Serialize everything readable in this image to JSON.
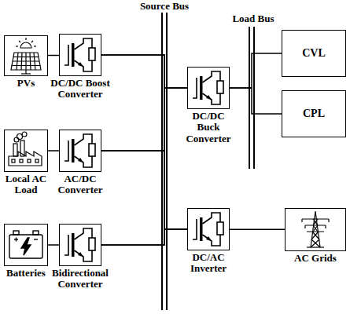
{
  "diagram": {
    "nodes": [
      {
        "text": [
          "PVs"
        ]
      },
      {
        "text": [
          "DC/DC Boost Converter"
        ]
      },
      {
        "text": [
          "Local AC Load"
        ]
      },
      {
        "text": [
          "AC/DC Converter"
        ]
      },
      {
        "text": [
          "Batteries"
        ]
      },
      {
        "text": [
          "Bidirectional Converter"
        ]
      },
      {
        "text": [
          "DC/DC Buck Converter"
        ]
      },
      {
        "text": [
          "DC/AC Inverter"
        ]
      },
      {
        "text": [
          "CVL"
        ]
      },
      {
        "text": [
          "CPL"
        ]
      },
      {
        "text": [
          "AC Grids"
        ]
      }
    ],
    "edges": [
      {
        "from": 0,
        "to": 1,
        "arrow": "none"
      },
      {
        "from": 2,
        "to": 3,
        "arrow": "none"
      },
      {
        "from": 4,
        "to": 5,
        "arrow": "none"
      },
      {
        "from": 1,
        "to": 6,
        "arrow": "none"
      },
      {
        "from": 1,
        "to": 7,
        "arrow": "none"
      },
      {
        "from": 3,
        "to": 6,
        "arrow": "none"
      },
      {
        "from": 3,
        "to": 7,
        "arrow": "none"
      },
      {
        "from": 5,
        "to": 6,
        "arrow": "none"
      },
      {
        "from": 5,
        "to": 7,
        "arrow": "none"
      },
      {
        "from": 6,
        "to": 8,
        "arrow": "none"
      },
      {
        "from": 6,
        "to": 9,
        "arrow": "none"
      },
      {
        "from": 7,
        "to": 10,
        "arrow": "none"
      }
    ],
    "labels": [
      "Source Bus",
      "Load Bus"
    ]
  }
}
